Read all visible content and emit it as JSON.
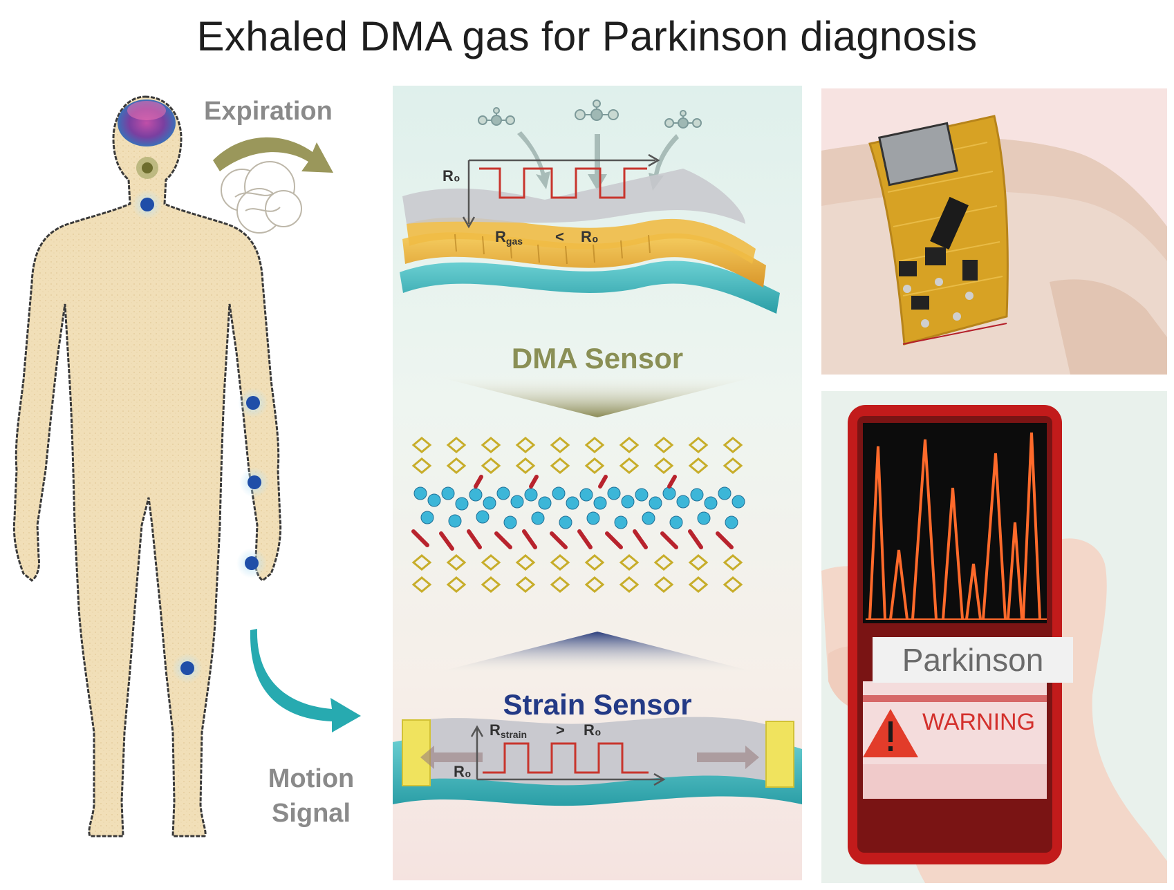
{
  "title": "Exhaled DMA gas for Parkinson diagnosis",
  "left": {
    "expiration_label": "Expiration",
    "motion_label_line1": "Motion",
    "motion_label_line2": "Signal"
  },
  "center": {
    "dma_sensor_label": "DMA Sensor",
    "strain_sensor_label": "Strain Sensor",
    "dma_r0": "R₀",
    "dma_rgas": "R",
    "dma_rgas_sub": "gas",
    "dma_lt": "<",
    "dma_r0_right": "R₀",
    "strain_r": "R",
    "strain_r_sub": "strain",
    "strain_gt": ">",
    "strain_r0_right": "R₀",
    "strain_r0_left": "R₀"
  },
  "right": {
    "parkinson_label": "Parkinson",
    "warning_label": "WARNING"
  },
  "colors": {
    "skin": "#f1dfb8",
    "sensor_dot": "#1f4ea8",
    "teal": "#3fb7bf",
    "gold": "#e8b43a",
    "signal_red": "#c8352d",
    "phone_red": "#c21b1b"
  }
}
